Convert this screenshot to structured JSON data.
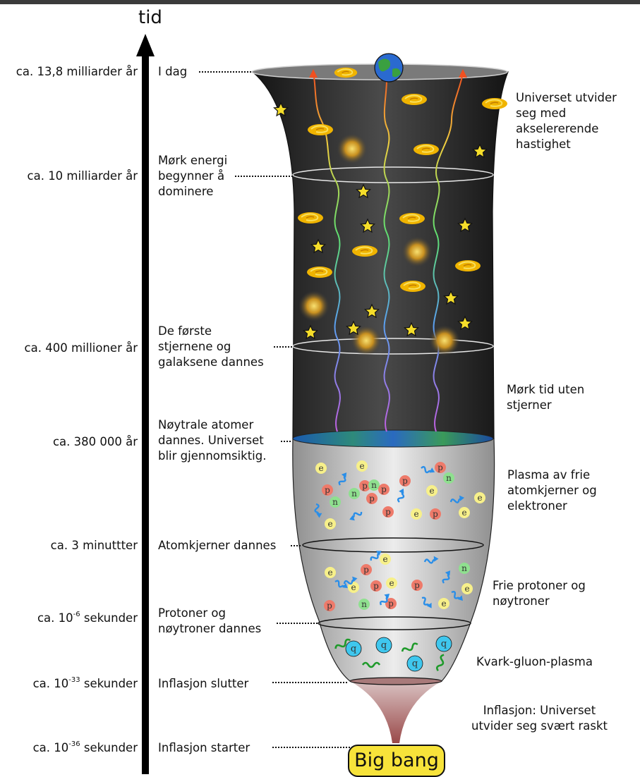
{
  "axis_title": "tid",
  "timeline": [
    {
      "time_parts": [
        "ca. 13,8 milliarder år"
      ],
      "event": [
        "I dag"
      ]
    },
    {
      "time_parts": [
        "ca. 10 milliarder år"
      ],
      "event": [
        "Mørk energi",
        "begynner å",
        "dominere"
      ]
    },
    {
      "time_parts": [
        "ca. 400 millioner år"
      ],
      "event": [
        "De første",
        "stjernene og",
        "galaksene dannes"
      ]
    },
    {
      "time_parts": [
        "ca. 380 000 år"
      ],
      "event": [
        "Nøytrale atomer",
        "dannes. Universet",
        "blir gjennomsiktig."
      ]
    },
    {
      "time_parts": [
        "ca. 3 minuttter"
      ],
      "event": [
        "Atomkjerner dannes"
      ]
    },
    {
      "time_parts": [
        "ca. 10",
        "-6",
        " sekunder"
      ],
      "event": [
        "Protoner og",
        "nøytroner dannes"
      ]
    },
    {
      "time_parts": [
        "ca. 10",
        "-33",
        " sekunder"
      ],
      "event": [
        "Inflasjon slutter"
      ]
    },
    {
      "time_parts": [
        "ca. 10",
        "-36",
        " sekunder"
      ],
      "event": [
        "Inflasjon starter"
      ]
    }
  ],
  "side_labels": [
    [
      "Universet utvider",
      "seg med",
      "akselererende",
      "hastighet"
    ],
    [
      "Mørk tid uten",
      "stjerner"
    ],
    [
      "Plasma av frie",
      "atomkjerner og",
      "elektroner"
    ],
    [
      "Frie protoner og",
      "nøytroner"
    ],
    [
      "Kvark-gluon-plasma"
    ],
    [
      "Inflasjon: Universet",
      "utvider seg svært raskt"
    ]
  ],
  "particle_letters": {
    "electron": "e",
    "proton": "p",
    "neutron": "n",
    "quark": "q"
  },
  "big_bang_label": "Big bang",
  "colors": {
    "dark_era": "#2a2a2a",
    "plasma_era": "#cfcfcf",
    "inflation": "#a36a6a",
    "electron": "#f7f08a",
    "proton": "#ee7a6a",
    "neutron": "#8fe08f",
    "quark": "#3fc7ee",
    "gluon": "#1e9a2a",
    "photon": "#2a8ee8",
    "star": "#f5dd2a",
    "galaxy": "#f0b400",
    "big_bang": "#f7e33a"
  }
}
